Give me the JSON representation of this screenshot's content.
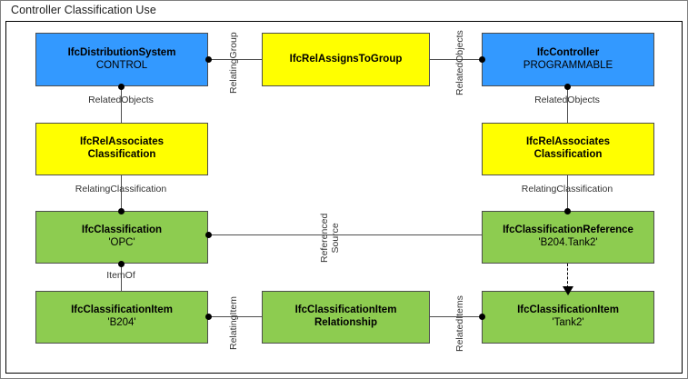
{
  "figure": {
    "caption": "Controller Classification Use",
    "colors": {
      "blue": "#3399ff",
      "yellow": "#ffff00",
      "green": "#8dcc50",
      "border": "#4d4d4d",
      "line": "#4d4d4d",
      "label_text": "#333333"
    }
  },
  "nodes": {
    "distribution_system": {
      "name": "IfcDistributionSystem",
      "value": "CONTROL"
    },
    "rel_assigns_to_group": {
      "name": "IfcRelAssignsToGroup",
      "value": ""
    },
    "controller": {
      "name": "IfcController",
      "value": "PROGRAMMABLE"
    },
    "rel_associates_classification_left": {
      "name": "IfcRelAssociates",
      "value": "Classification"
    },
    "rel_associates_classification_right": {
      "name": "IfcRelAssociates",
      "value": "Classification"
    },
    "classification": {
      "name": "IfcClassification",
      "value": "'OPC'"
    },
    "classification_reference": {
      "name": "IfcClassificationReference",
      "value": "'B204.Tank2'"
    },
    "classification_item_b204": {
      "name": "IfcClassificationItem",
      "value": "'B204'"
    },
    "classification_item_relationship": {
      "name": "IfcClassificationItem",
      "value": "Relationship"
    },
    "classification_item_tank2": {
      "name": "IfcClassificationItem",
      "value": "'Tank2'"
    }
  },
  "edge_labels": {
    "relating_group": "RelatingGroup",
    "related_objects_right_of_group": "RelatedObjects",
    "related_objects_left": "RelatedObjects",
    "related_objects_right": "RelatedObjects",
    "relating_classification_left": "RelatingClassification",
    "relating_classification_right": "RelatingClassification",
    "referenced_source_line1": "Referenced",
    "referenced_source_line2": "Source",
    "item_of": "ItemOf",
    "relating_item": "RelatingItem",
    "related_items": "RelatedItems"
  }
}
